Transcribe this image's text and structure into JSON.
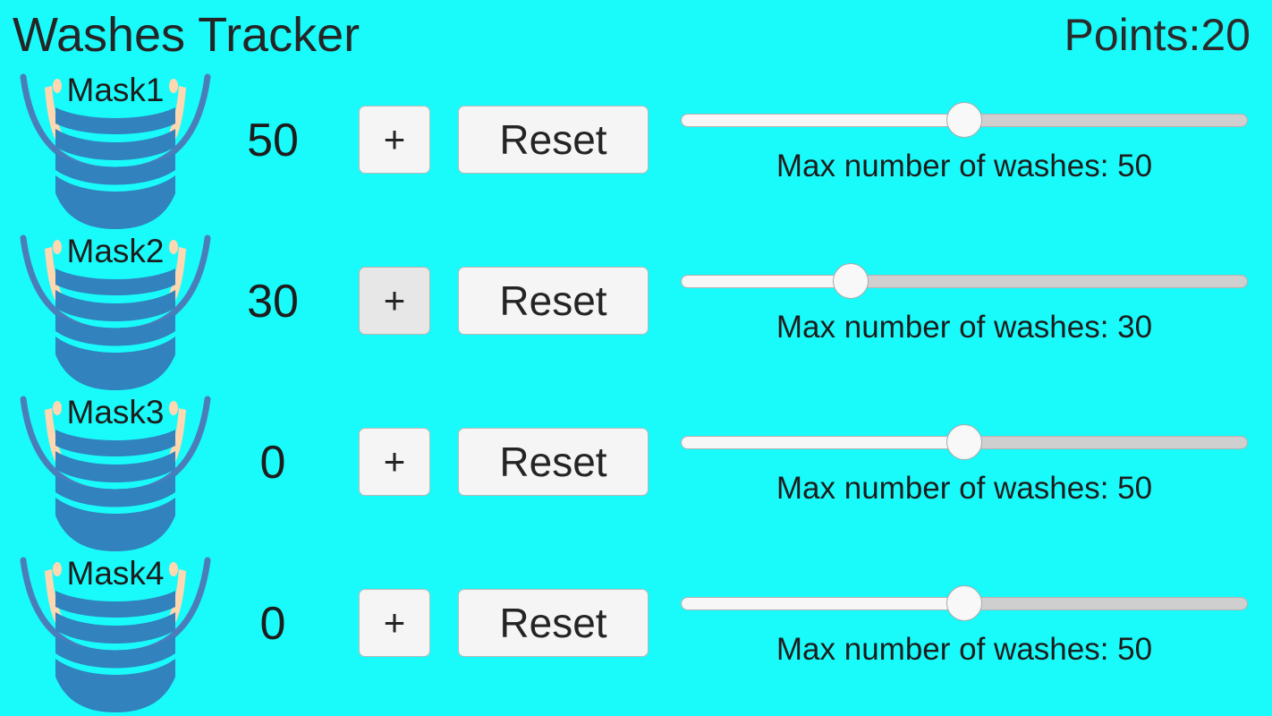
{
  "app": {
    "title": "Washes Tracker",
    "points_label": "Points:20",
    "background_color": "#19FBFB",
    "mask_color": "#3182bd",
    "mask_outline_color": "#4a7ebb",
    "ear_color": "#ffd9b3"
  },
  "rows": [
    {
      "mask_name": "Mask1",
      "count": "50",
      "plus_label": "+",
      "plus_active": false,
      "reset_label": "Reset",
      "slider": {
        "value": 50,
        "min": 0,
        "max": 100,
        "percent": 50,
        "caption": "Max number of washes: 50"
      }
    },
    {
      "mask_name": "Mask2",
      "count": "30",
      "plus_label": "+",
      "plus_active": true,
      "reset_label": "Reset",
      "slider": {
        "value": 30,
        "min": 0,
        "max": 100,
        "percent": 30,
        "caption": "Max number of washes: 30"
      }
    },
    {
      "mask_name": "Mask3",
      "count": "0",
      "plus_label": "+",
      "plus_active": false,
      "reset_label": "Reset",
      "slider": {
        "value": 50,
        "min": 0,
        "max": 100,
        "percent": 50,
        "caption": "Max number of washes: 50"
      }
    },
    {
      "mask_name": "Mask4",
      "count": "0",
      "plus_label": "+",
      "plus_active": false,
      "reset_label": "Reset",
      "slider": {
        "value": 50,
        "min": 0,
        "max": 100,
        "percent": 50,
        "caption": "Max number of washes: 50"
      }
    }
  ]
}
